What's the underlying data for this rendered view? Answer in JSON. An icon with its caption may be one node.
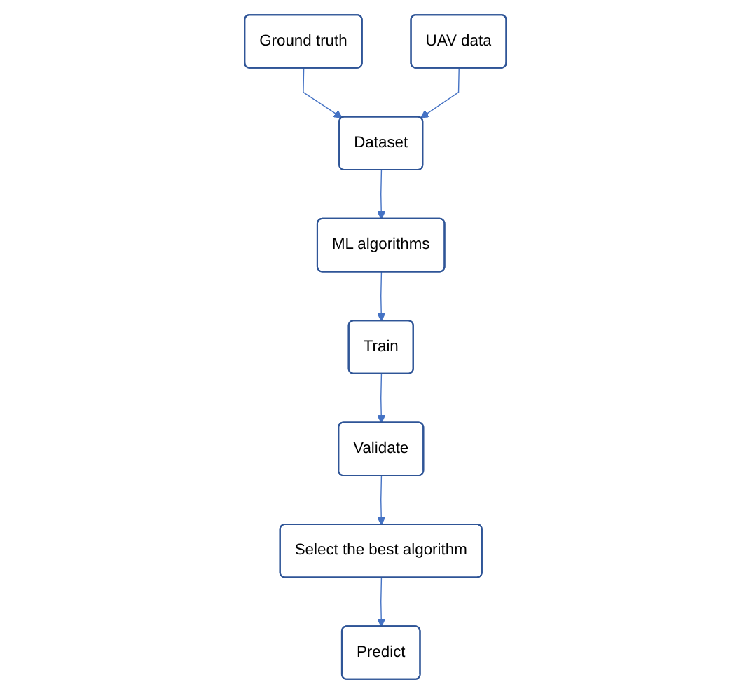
{
  "diagram": {
    "nodes": [
      {
        "text": [
          "Ground truth"
        ]
      },
      {
        "text": [
          "UAV data"
        ]
      },
      {
        "text": [
          "Dataset"
        ]
      },
      {
        "text": [
          "ML algorithms"
        ]
      },
      {
        "text": [
          "Train"
        ]
      },
      {
        "text": [
          "Validate"
        ]
      },
      {
        "text": [
          "Select the best algorithm"
        ]
      },
      {
        "text": [
          "Predict"
        ]
      }
    ],
    "edges": [
      {
        "from": 0,
        "to": 2,
        "arrow": "to"
      },
      {
        "from": 1,
        "to": 2,
        "arrow": "to"
      },
      {
        "from": 2,
        "to": 3,
        "arrow": "to"
      },
      {
        "from": 3,
        "to": 4,
        "arrow": "to"
      },
      {
        "from": 4,
        "to": 5,
        "arrow": "to"
      },
      {
        "from": 5,
        "to": 6,
        "arrow": "to"
      },
      {
        "from": 6,
        "to": 7,
        "arrow": "to"
      }
    ]
  }
}
